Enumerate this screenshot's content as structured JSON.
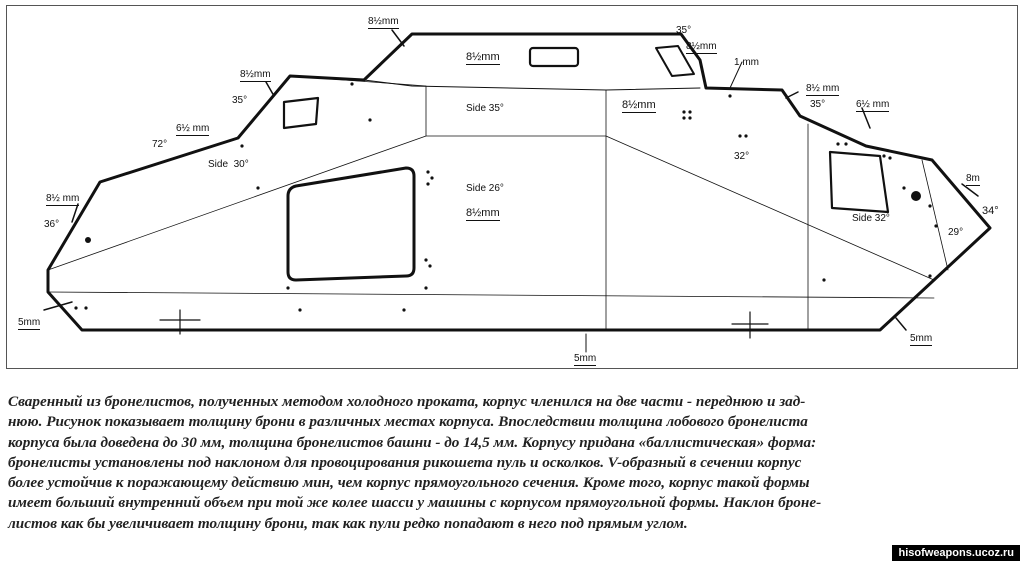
{
  "diagram": {
    "labels": {
      "top_roof": "8½mm",
      "turret_front_angle": "35°",
      "turret_front_thk": "8½mm",
      "turret_roof": "8½mm",
      "one_mm": "1 mm",
      "rear_top_thk": "8½ mm",
      "rear_top_angle": "35°",
      "rear_side_top": "6½ mm",
      "front_upper_thk": "8½mm",
      "front_upper_angle": "35°",
      "front_slope_thk": "6½ mm",
      "front_slope_angle": "72°",
      "side_front_label": "Side",
      "side_front_angle": "30°",
      "nose_thk": "8½ mm",
      "nose_angle": "36°",
      "side_upper_label": "Side 35°",
      "side_mid_thk": "8½mm",
      "side_center_label": "Side 26°",
      "side_center_thk": "8½mm",
      "mid_angle": "32°",
      "rear_side_label": "Side",
      "rear_side_angle": "32°",
      "rear_plate_thk": "8m",
      "rear_plate_angle": "34°",
      "rear_lower_angle": "29°",
      "bottom_front": "5mm",
      "bottom_center": "5mm",
      "bottom_rear": "5mm"
    }
  },
  "caption": {
    "lines": [
      "Сваренный из бронелистов, полученных методом холодного проката, корпус членился на две части - переднюю и зад-",
      "нюю. Рисунок показывает толщину брони в различных местах корпуса. Впоследствии толщина лобового бронелиста",
      "корпуса была доведена до 30 мм, толщина бронелистов башни - до 14,5 мм. Корпусу придана «баллистическая» форма:",
      "бронелисты установлены под наклоном для провоцирования рикошета пуль и осколков. V-образный в сечении корпус",
      "более устойчив к поражающему действию мин, чем корпус прямоугольного сечения. Кроме того, корпус такой формы",
      "имеет больший внутренний объем при той же колее шасси у машины с корпусом прямоугольной формы. Наклон броне-",
      "листов как бы увеличивает толщину брони, так как пули редко попадают в него под прямым углом."
    ]
  },
  "watermark": "hisofweapons.ucoz.ru"
}
